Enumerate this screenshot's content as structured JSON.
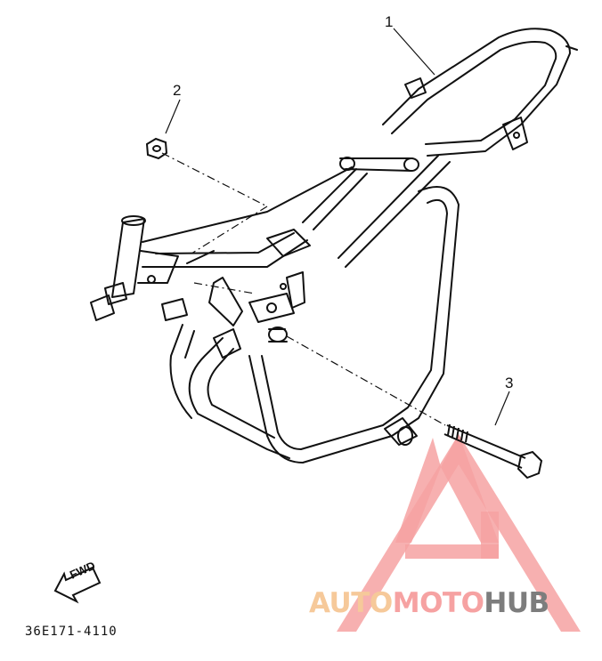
{
  "diagram": {
    "callouts": [
      "1",
      "2",
      "3"
    ],
    "forward_label": "FWD",
    "part_code": "36E171-4110"
  },
  "watermark": {
    "part1": "AUTO",
    "part2": "MOTO",
    "part3": "HUB",
    "colors": {
      "auto": "#f6c99a",
      "moto": "#f6a2a2",
      "hub": "#7d7d7d",
      "logo": "#f6a2a2"
    }
  }
}
